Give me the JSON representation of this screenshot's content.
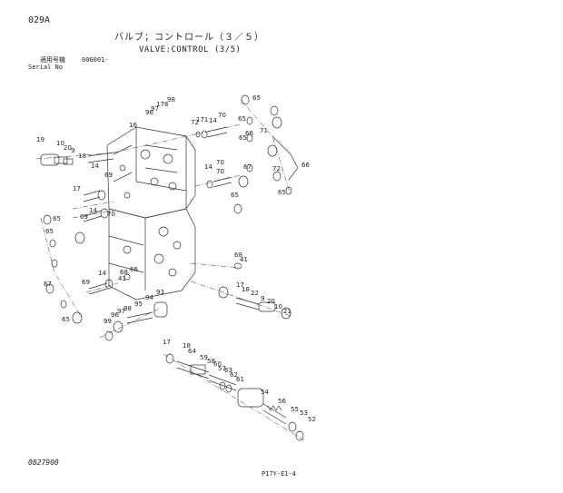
{
  "header": {
    "code": "029A",
    "title_jp": "バルブ；コントロール（３／５）",
    "title_en": "VALVE:CONTROL (3/5)",
    "serial_label_jp": "適用号機",
    "serial_range": "006001-",
    "serial_label_en": "Serial No"
  },
  "footer": {
    "drawing_no": "0827900",
    "page_ref": "P17Y-E1-4"
  },
  "callouts": [
    {
      "text": "98"
    },
    {
      "text": "178"
    },
    {
      "text": "97"
    },
    {
      "text": "96"
    },
    {
      "text": "16"
    },
    {
      "text": "72"
    },
    {
      "text": "171"
    },
    {
      "text": "14"
    },
    {
      "text": "70"
    },
    {
      "text": "65"
    },
    {
      "text": "65"
    },
    {
      "text": "66"
    },
    {
      "text": "71"
    },
    {
      "text": "65"
    },
    {
      "text": "19"
    },
    {
      "text": "10"
    },
    {
      "text": "20"
    },
    {
      "text": "9"
    },
    {
      "text": "18"
    },
    {
      "text": "14"
    },
    {
      "text": "70"
    },
    {
      "text": "69"
    },
    {
      "text": "14"
    },
    {
      "text": "70"
    },
    {
      "text": "67"
    },
    {
      "text": "72"
    },
    {
      "text": "66"
    },
    {
      "text": "65"
    },
    {
      "text": "65"
    },
    {
      "text": "17"
    },
    {
      "text": "69"
    },
    {
      "text": "14"
    },
    {
      "text": "70"
    },
    {
      "text": "65"
    },
    {
      "text": "65"
    },
    {
      "text": "68"
    },
    {
      "text": "41"
    },
    {
      "text": "66"
    },
    {
      "text": "14"
    },
    {
      "text": "68"
    },
    {
      "text": "41"
    },
    {
      "text": "69"
    },
    {
      "text": "67"
    },
    {
      "text": "93"
    },
    {
      "text": "94"
    },
    {
      "text": "95"
    },
    {
      "text": "98"
    },
    {
      "text": "97"
    },
    {
      "text": "96"
    },
    {
      "text": "99"
    },
    {
      "text": "65"
    },
    {
      "text": "17"
    },
    {
      "text": "18"
    },
    {
      "text": "22"
    },
    {
      "text": "9"
    },
    {
      "text": "20"
    },
    {
      "text": "10"
    },
    {
      "text": "21"
    },
    {
      "text": "17"
    },
    {
      "text": "18"
    },
    {
      "text": "64"
    },
    {
      "text": "59"
    },
    {
      "text": "58"
    },
    {
      "text": "60"
    },
    {
      "text": "57"
    },
    {
      "text": "63"
    },
    {
      "text": "62"
    },
    {
      "text": "61"
    },
    {
      "text": "54"
    },
    {
      "text": "56"
    },
    {
      "text": "55"
    },
    {
      "text": "53"
    },
    {
      "text": "52"
    }
  ]
}
